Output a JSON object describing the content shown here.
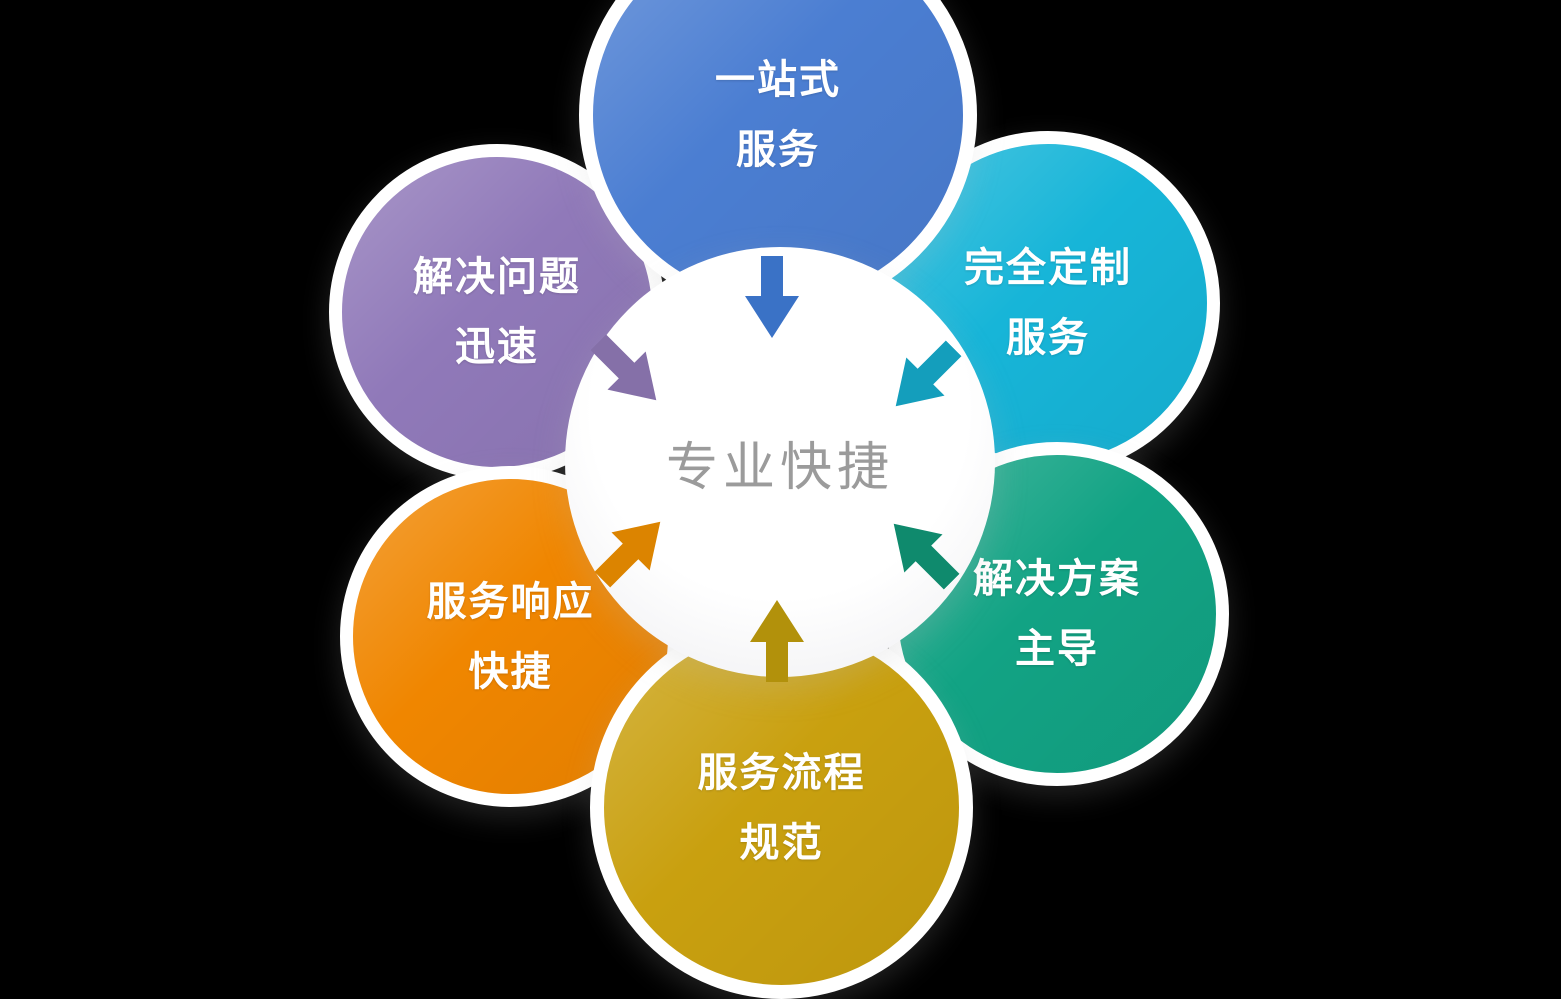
{
  "background_color": "#000000",
  "center": {
    "label": "专业快捷",
    "text_color": "#9b9b9b",
    "circle_color": "#ffffff"
  },
  "petals": [
    {
      "name": "one-stop-service",
      "line1": "一站式",
      "line2": "服务",
      "color": "#4b7ed2",
      "arrow_color": "#3a72c6"
    },
    {
      "name": "solve-problems-quickly",
      "line1": "解决问题",
      "line2": "迅速",
      "color": "#9079b9",
      "arrow_color": "#8570a8"
    },
    {
      "name": "fully-customized-service",
      "line1": "完全定制",
      "line2": "服务",
      "color": "#17b5d8",
      "arrow_color": "#149ebc"
    },
    {
      "name": "fast-service-response",
      "line1": "服务响应",
      "line2": "快捷",
      "color": "#f08600",
      "arrow_color": "#dc8400"
    },
    {
      "name": "solution-driven",
      "line1": "解决方案",
      "line2": "主导",
      "color": "#12a384",
      "arrow_color": "#0f8a6d"
    },
    {
      "name": "standardized-service-process",
      "line1": "服务流程",
      "line2": "规范",
      "color": "#c9a00f",
      "arrow_color": "#b2910b"
    }
  ]
}
